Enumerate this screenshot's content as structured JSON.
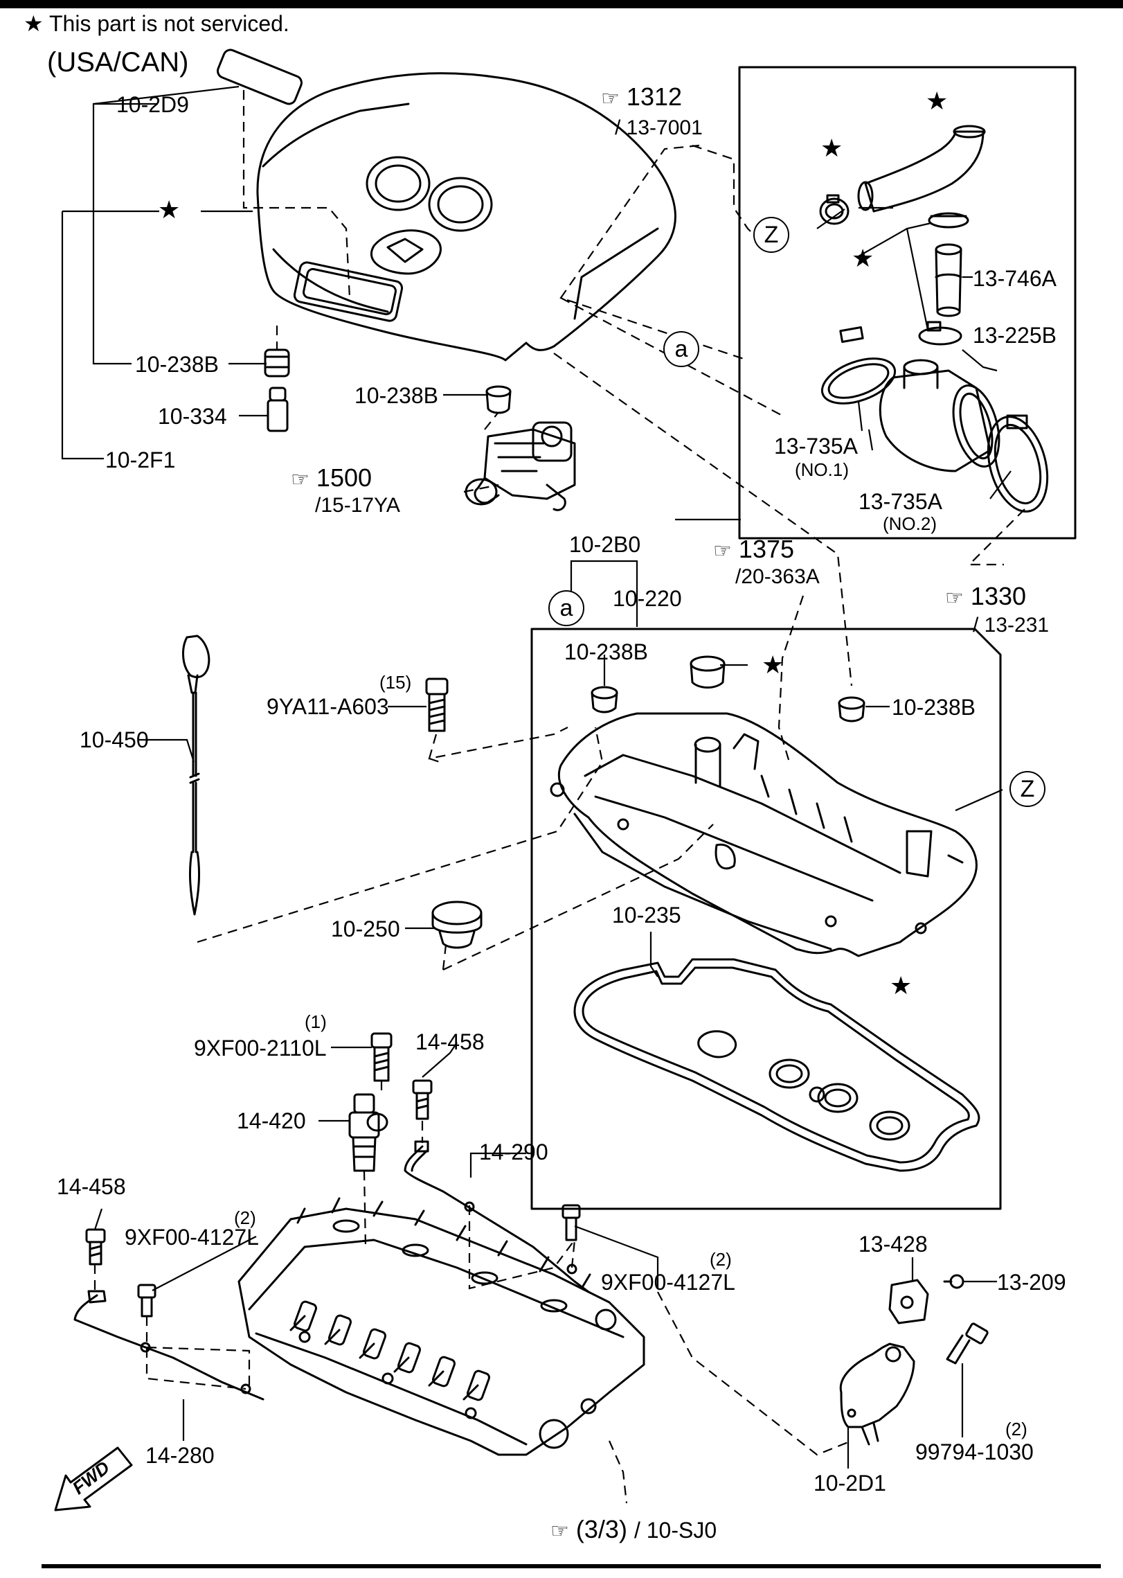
{
  "header": {
    "not_serviced_note": "This part is not serviced.",
    "star_symbol": "★",
    "region": "(USA/CAN)"
  },
  "callouts": {
    "a_letter": "a",
    "z_letter": "Z"
  },
  "parts": {
    "p_10_2D9": "10-2D9",
    "p_10_238B_a": "10-238B",
    "p_10_334": "10-334",
    "p_10_2F1": "10-2F1",
    "p_10_238B_b": "10-238B",
    "p_13_746A": "13-746A",
    "p_13_225B": "13-225B",
    "p_13_735A_1": "13-735A",
    "p_13_735A_1_sub": "(NO.1)",
    "p_13_735A_2": "13-735A",
    "p_13_735A_2_sub": "(NO.2)",
    "p_10_2B0": "10-2B0",
    "p_10_220": "10-220",
    "p_10_238B_c": "10-238B",
    "p_10_238B_d": "10-238B",
    "p_10_450": "10-450",
    "p_9YA11_A603": "9YA11-A603",
    "p_9YA11_A603_qty": "(15)",
    "p_10_250": "10-250",
    "p_10_235": "10-235",
    "p_9XF00_2110L": "9XF00-2110L",
    "p_9XF00_2110L_qty": "(1)",
    "p_14_458_a": "14-458",
    "p_14_420": "14-420",
    "p_14_290": "14-290",
    "p_14_458_b": "14-458",
    "p_9XF00_4127L_a": "9XF00-4127L",
    "p_9XF00_4127L_a_qty": "(2)",
    "p_9XF00_4127L_b": "9XF00-4127L",
    "p_9XF00_4127L_b_qty": "(2)",
    "p_13_428": "13-428",
    "p_13_209": "13-209",
    "p_99794_1030": "99794-1030",
    "p_99794_1030_qty": "(2)",
    "p_14_280": "14-280",
    "p_10_2D1": "10-2D1"
  },
  "references": {
    "r1312": "1312",
    "r1312_sub": "/ 13-7001",
    "r1500": "1500",
    "r1500_sub": "/15-17YA",
    "r1375": "1375",
    "r1375_sub": "/20-363A",
    "r1330": "1330",
    "r1330_sub": "/ 13-231",
    "r33": "(3/3)",
    "r33_sub": "/ 10-SJ0",
    "hand_symbol": "☞"
  },
  "direction": {
    "fwd": "FWD"
  }
}
